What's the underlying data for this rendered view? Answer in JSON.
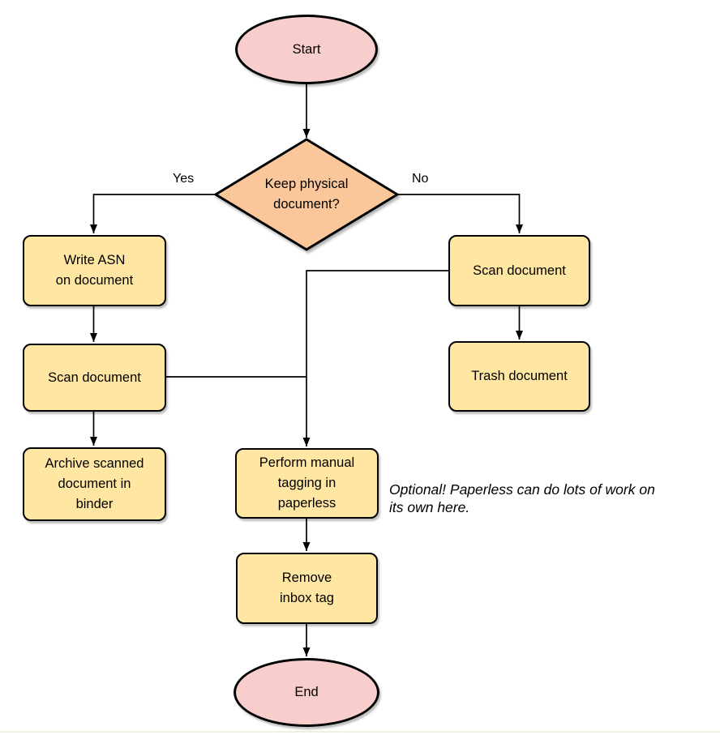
{
  "colors": {
    "canvas_bg": "#ffffff",
    "terminal_fill": "#f8cecc",
    "decision_fill": "#fac79b",
    "process_fill": "#ffe7a3",
    "stroke": "#000000",
    "footer_line": "#f0efe6"
  },
  "nodes": {
    "start": {
      "label": "Start",
      "shape": "ellipse"
    },
    "decision": {
      "label": "Keep physical\ndocument?",
      "shape": "diamond"
    },
    "write_asn": {
      "label": "Write ASN\non document",
      "shape": "rect"
    },
    "scan_keep": {
      "label": "Scan document",
      "shape": "rect"
    },
    "archive": {
      "label": "Archive scanned\ndocument in\nbinder",
      "shape": "rect"
    },
    "scan_discard": {
      "label": "Scan document",
      "shape": "rect"
    },
    "trash": {
      "label": "Trash document",
      "shape": "rect"
    },
    "tagging": {
      "label": "Perform manual\ntagging in\npaperless",
      "shape": "rect"
    },
    "remove_inbox": {
      "label": "Remove\ninbox tag",
      "shape": "rect"
    },
    "end": {
      "label": "End",
      "shape": "ellipse"
    }
  },
  "edge_labels": {
    "yes": "Yes",
    "no": "No"
  },
  "annotation": {
    "text": "Optional! Paperless can do lots of work on\nits own here."
  }
}
